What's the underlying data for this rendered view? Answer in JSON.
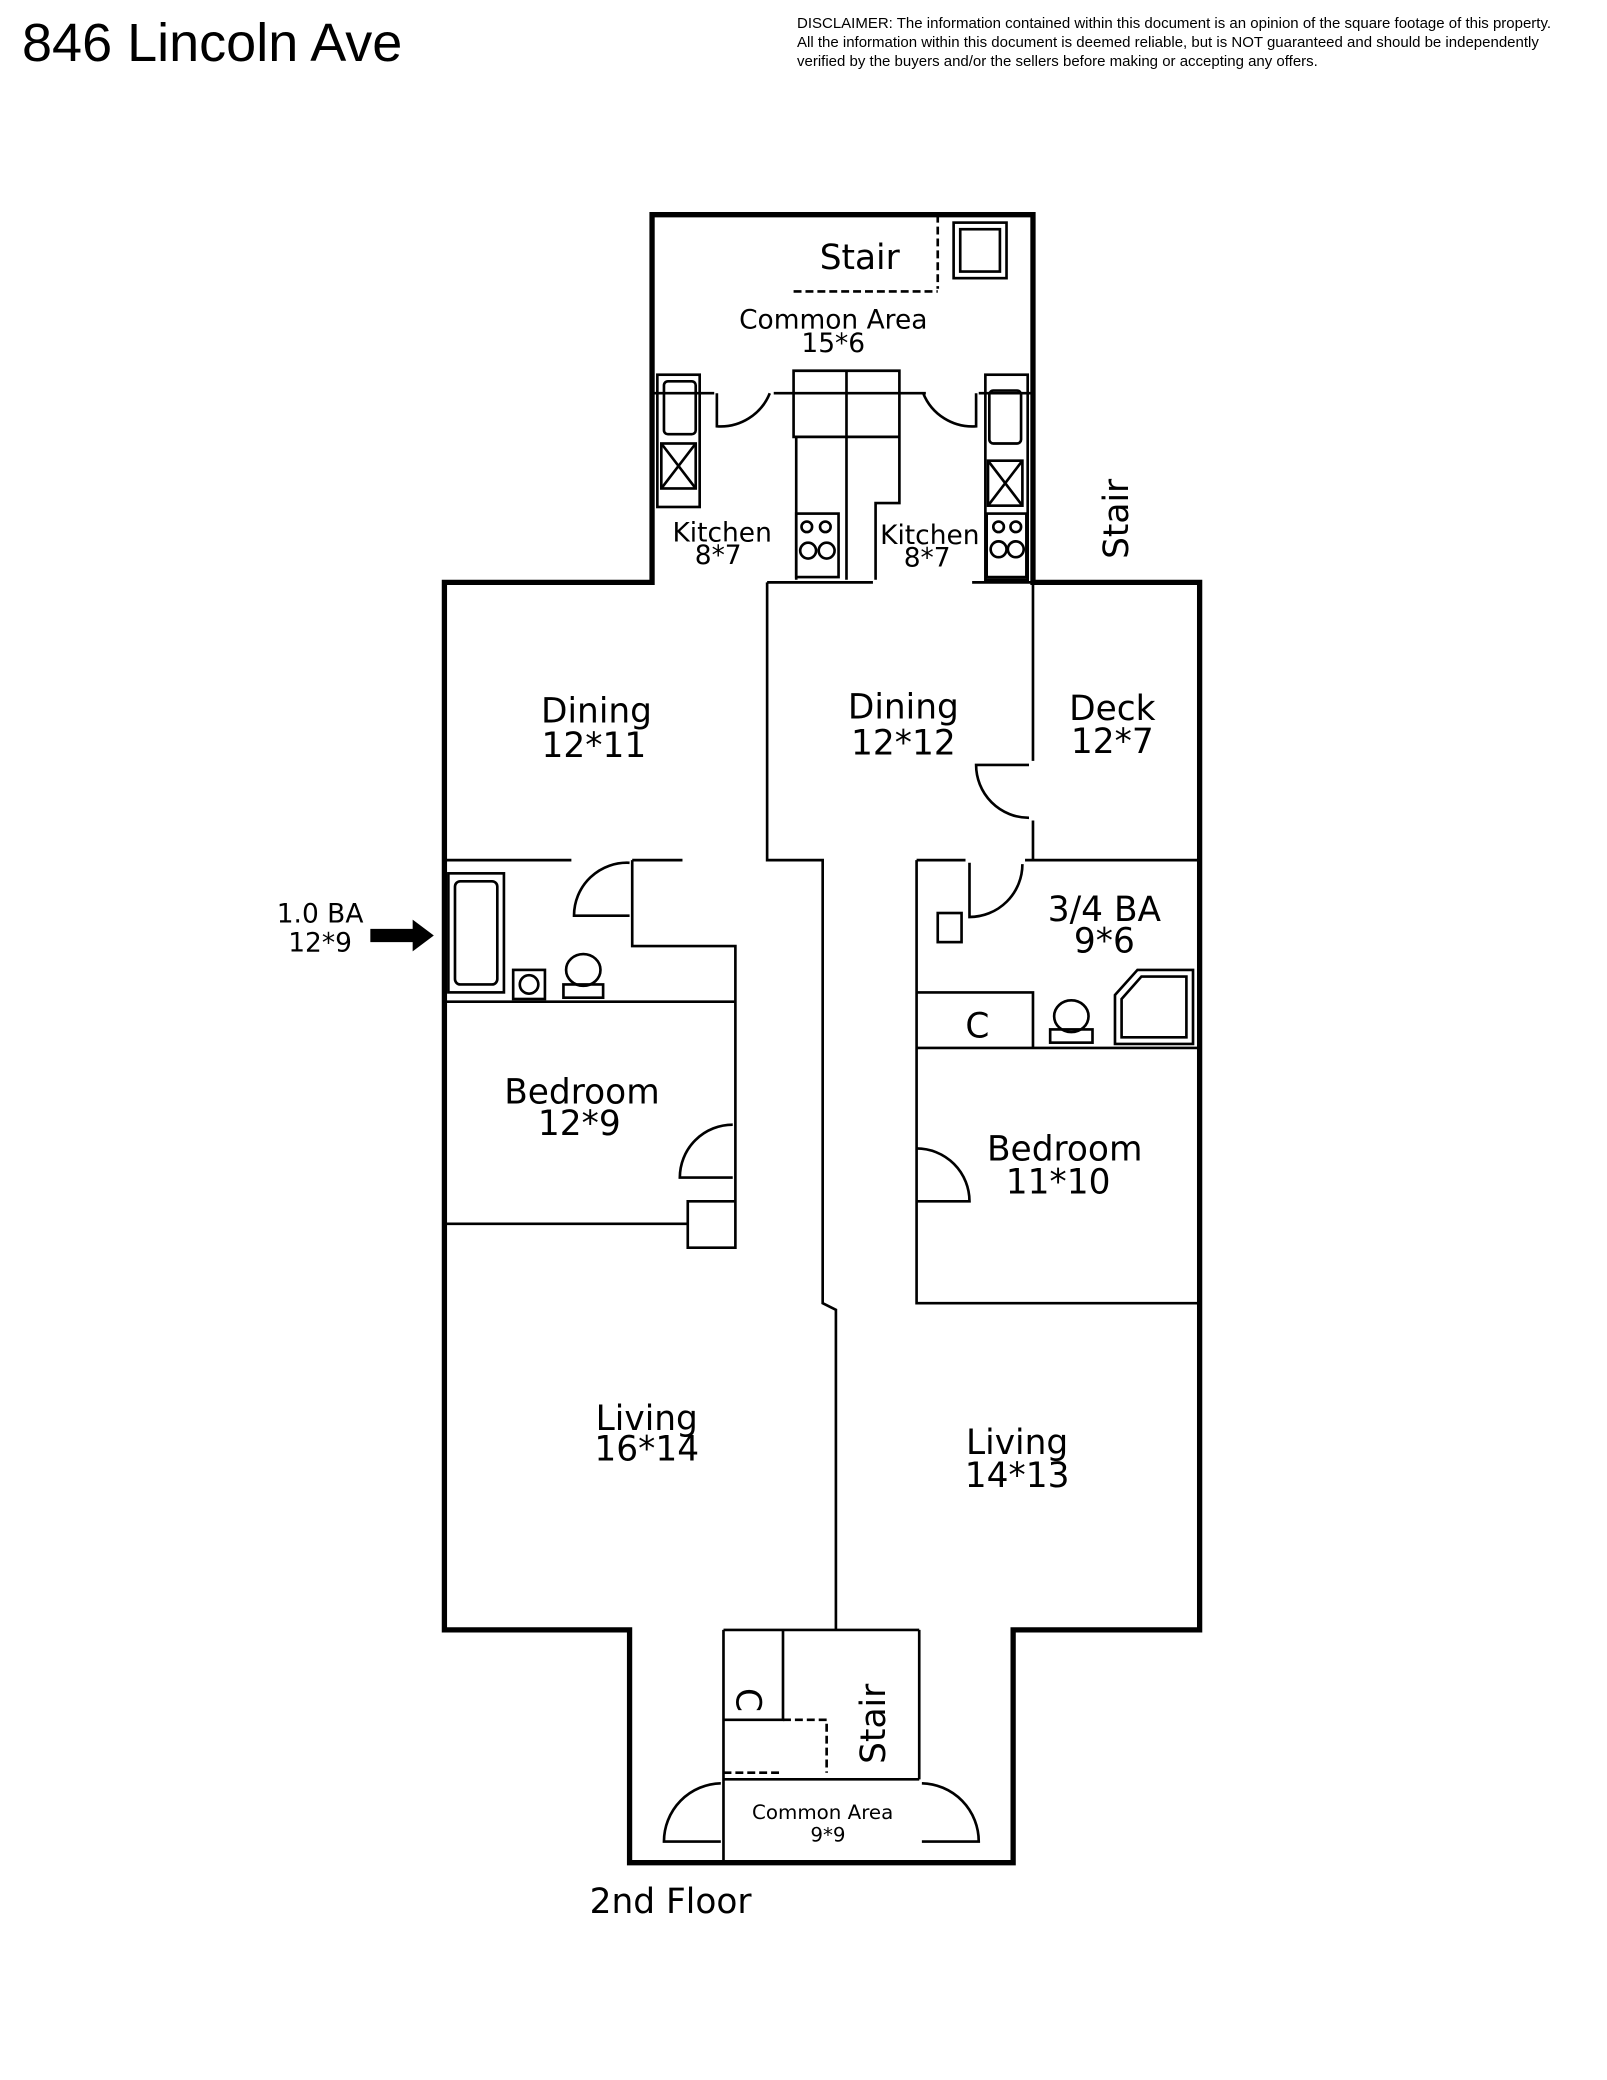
{
  "header": {
    "title": "846 Lincoln Ave",
    "disclaimer": [
      "DISCLAIMER: The information contained within this document is an opinion of the square footage of this property.",
      "All the information within this document is deemed reliable, but is NOT guaranteed and should be independently",
      "verified by the buyers and/or the sellers before making or accepting any offers."
    ]
  },
  "floorplan": {
    "floor_label": "2nd Floor",
    "rooms": {
      "stair_top": {
        "name": "Stair"
      },
      "common_top": {
        "name": "Common Area",
        "size": "15*6"
      },
      "kitchen_left": {
        "name": "Kitchen",
        "size": "8*7"
      },
      "kitchen_right": {
        "name": "Kitchen",
        "size": "8*7"
      },
      "stair_right": {
        "name": "Stair"
      },
      "dining_left": {
        "name": "Dining",
        "size": "12*11"
      },
      "dining_right": {
        "name": "Dining",
        "size": "12*12"
      },
      "deck": {
        "name": "Deck",
        "size": "12*7"
      },
      "bath_left": {
        "name": "1.0 BA",
        "size": "12*9"
      },
      "bath_right": {
        "name": "3/4 BA",
        "size": "9*6"
      },
      "closet_right": {
        "name": "C"
      },
      "bedroom_left": {
        "name": "Bedroom",
        "size": "12*9"
      },
      "bedroom_right": {
        "name": "Bedroom",
        "size": "11*10"
      },
      "living_left": {
        "name": "Living",
        "size": "16*14"
      },
      "living_right": {
        "name": "Living",
        "size": "14*13"
      },
      "closet_bottom": {
        "name": "C"
      },
      "stair_bottom": {
        "name": "Stair"
      },
      "common_bottom": {
        "name": "Common Area",
        "size": "9*9"
      }
    }
  }
}
